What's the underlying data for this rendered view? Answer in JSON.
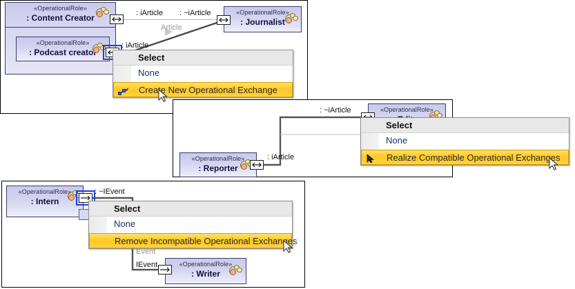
{
  "panels": [
    {
      "name": "panel-create-new-operational-exchange"
    },
    {
      "name": "panel-realize-compatible-operational-exchanges"
    },
    {
      "name": "panel-remove-incompatible-operational-exchanges"
    }
  ],
  "stereotype": "«OperationalRole»",
  "roles": {
    "content_creator": {
      "stereotype": "«OperationalRole»",
      "name": ": Content Creator"
    },
    "podcast_creator": {
      "stereotype": "«OperationalRole»",
      "name": ": Podcast creator"
    },
    "journalist": {
      "stereotype": "«OperationalRole»",
      "name": ": Journalist"
    },
    "reporter": {
      "stereotype": "«OperationalRole»",
      "name": ": Reporter"
    },
    "editor": {
      "stereotype": "«OperationalRole»",
      "name": ": Editor"
    },
    "intern": {
      "stereotype": "«OperationalRole»",
      "name": ": Intern"
    },
    "writer": {
      "stereotype": "«OperationalRole»",
      "name": ": Writer"
    }
  },
  "labels": {
    "iArticle_cc": ": iArticle",
    "iArticle_neg_j": ": ~iArticle",
    "article_edge": "Article",
    "iArticle_podcast": ": iArticle",
    "iArticle_reporter": ": iArticle",
    "iArticle_neg_ed": ": ~iArticle",
    "iEvent_neg_intern": ": ~IEvent",
    "event_edge": "Event",
    "iEvent_writer": "IEvent"
  },
  "menus": {
    "menu1": {
      "header": "Select",
      "none": "None",
      "action": "Create New Operational Exchange",
      "action_icon": "operational-exchange-icon"
    },
    "menu2": {
      "header": "Select",
      "none": "None",
      "action": "Realize Compatible Operational Exchanges",
      "action_icon": "pointer-select-icon"
    },
    "menu3": {
      "header": "Select",
      "none": "None",
      "action": "Remove Incompatible Operational Exchanges",
      "action_icon": ""
    }
  },
  "colors": {
    "highlight": "#ffc820",
    "role_fill": "#d4d4f0",
    "selection": "#1f3fe0",
    "menu_text": "#17326b"
  }
}
